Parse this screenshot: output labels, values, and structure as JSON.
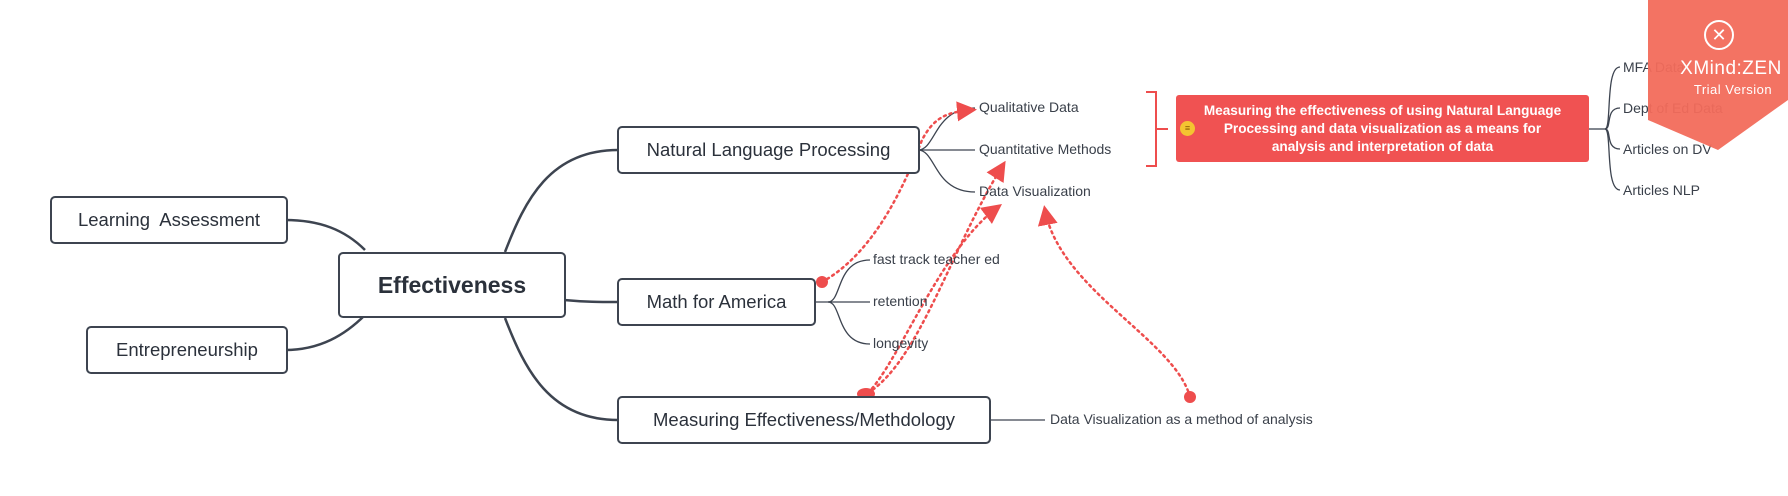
{
  "central": {
    "label": "Effectiveness"
  },
  "left_topics": [
    {
      "label": "Learning  Assessment"
    },
    {
      "label": "Entrepreneurship"
    }
  ],
  "right_topics": [
    {
      "label": "Natural Language Processing",
      "subtopics": [
        "Qualitative Data",
        "Quantitative Methods",
        "Data Visualization"
      ]
    },
    {
      "label": "Math for America",
      "subtopics": [
        "fast track teacher ed",
        "retention",
        "longevity"
      ]
    },
    {
      "label": "Measuring Effectiveness/Methdology",
      "subtopics": [
        "Data Visualization as a method of analysis"
      ]
    }
  ],
  "summary": {
    "label": "Measuring the effectiveness of using Natural Language Processing and data visualization as a means for analysis and interpretation of data",
    "note_icon": "note-icon",
    "children": [
      "MFA Data",
      "Dept of Ed Data",
      "Articles on DV",
      "Articles NLP"
    ]
  },
  "watermark": {
    "brand": "XMind:ZEN",
    "subtitle": "Trial Version",
    "color": "#f26b5b"
  },
  "colors": {
    "line": "#3d4450",
    "relationship": "#ee4d4d",
    "summary_bg": "#f05252",
    "bracket": "#ee4d4d"
  }
}
